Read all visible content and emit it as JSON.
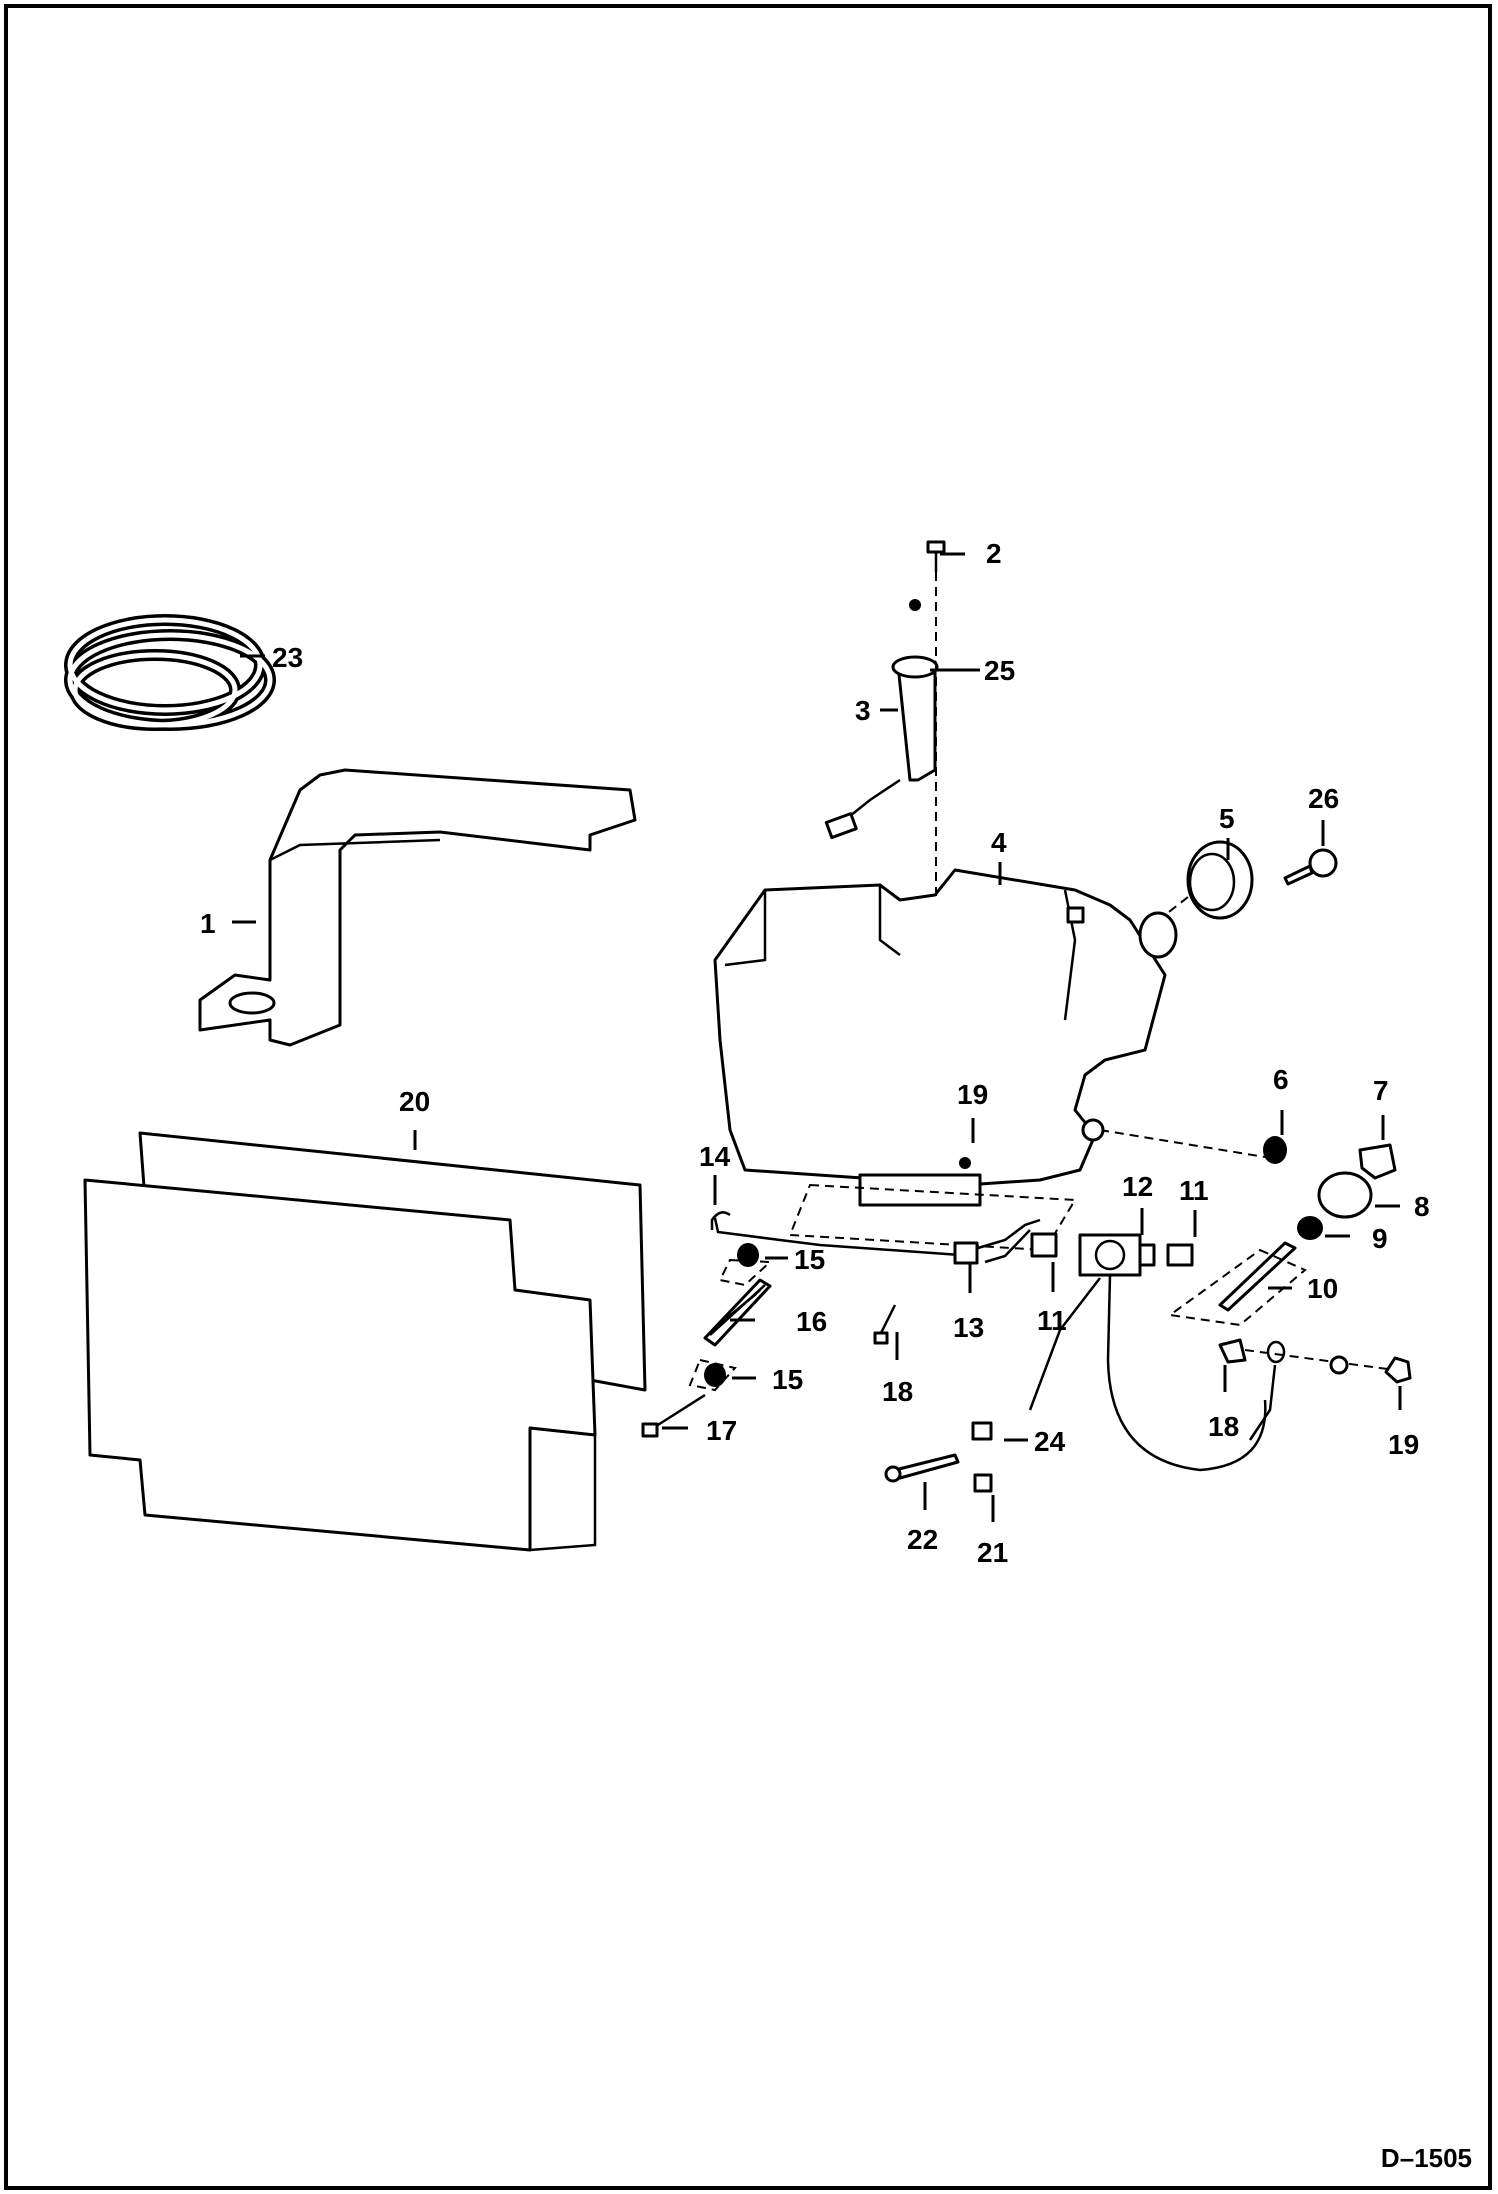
{
  "diagram": {
    "drawing_number": "D–1505",
    "callouts": [
      "1",
      "2",
      "3",
      "4",
      "5",
      "6",
      "7",
      "8",
      "9",
      "10",
      "11",
      "11",
      "12",
      "13",
      "14",
      "15",
      "15",
      "16",
      "17",
      "18",
      "18",
      "19",
      "19",
      "20",
      "21",
      "22",
      "23",
      "24",
      "25",
      "26"
    ]
  }
}
